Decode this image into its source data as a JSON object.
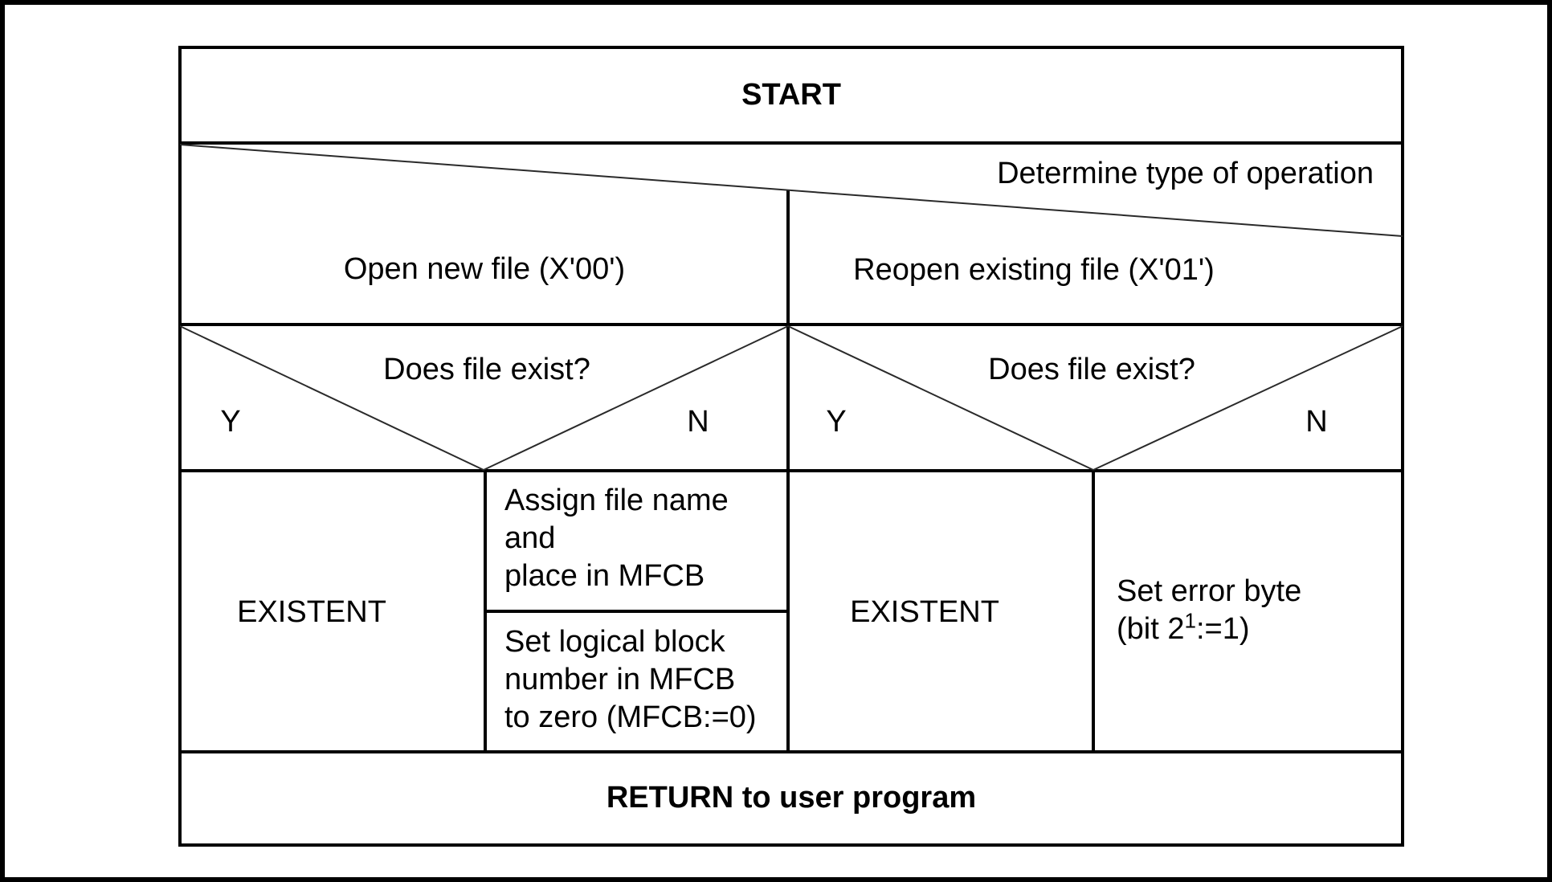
{
  "colors": {
    "ink": "#000000",
    "diagonal_ink": "#2a2a2a",
    "background": "#ffffff"
  },
  "structogram": {
    "start_label": "START",
    "case_row": {
      "header": "Determine type of operation",
      "left_branch_label": "Open new file (X'00')",
      "right_branch_label": "Reopen existing file (X'01')"
    },
    "decision_row": {
      "left": {
        "question": "Does file exist?",
        "yes": "Y",
        "no": "N"
      },
      "right": {
        "question": "Does file exist?",
        "yes": "Y",
        "no": "N"
      }
    },
    "action_row": {
      "left_yes_cell": "EXISTENT",
      "left_no_cell_top": {
        "line1": "Assign file name",
        "line2": "and",
        "line3": "place in MFCB"
      },
      "left_no_cell_bottom": {
        "line1": "Set logical block",
        "line2": "number in MFCB",
        "line3": "to zero (MFCB:=0)"
      },
      "right_yes_cell": "EXISTENT",
      "right_no_cell": {
        "line1": "Set error byte",
        "line2_pre": "(bit 2",
        "line2_sup": "1",
        "line2_post": ":=1)"
      }
    },
    "return_label": "RETURN to user program"
  }
}
